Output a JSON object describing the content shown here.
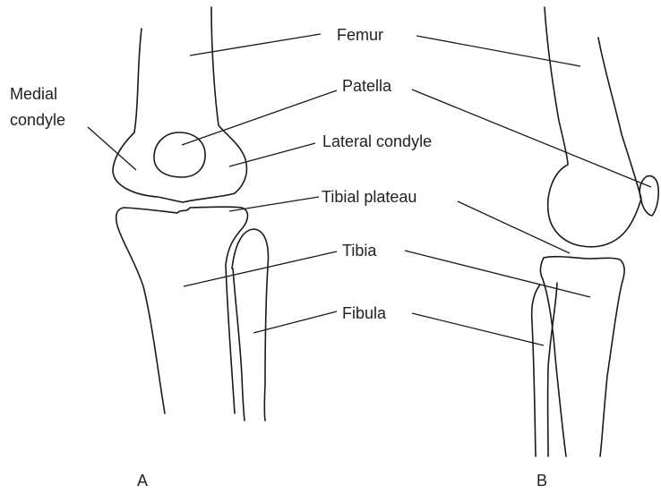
{
  "labels": {
    "femur": "Femur",
    "patella": "Patella",
    "medial_condyle_line1": "Medial",
    "medial_condyle_line2": "condyle",
    "lateral_condyle": "Lateral condyle",
    "tibial_plateau": "Tibial plateau",
    "tibia": "Tibia",
    "fibula": "Fibula"
  },
  "views": {
    "front": "A",
    "side": "B"
  },
  "colors": {
    "line": "#1a1a1a",
    "text": "#222222",
    "background": "#ffffff"
  }
}
